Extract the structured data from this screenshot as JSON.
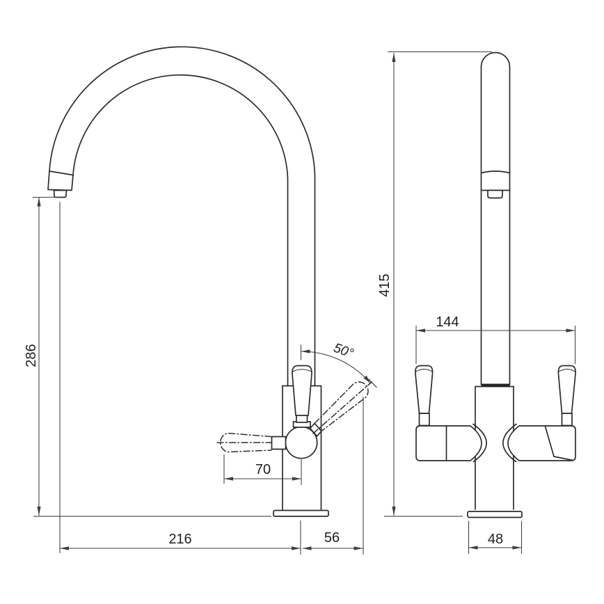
{
  "drawing": {
    "background_color": "#ffffff",
    "line_color": "#2b2b2b",
    "dimension_color": "#3d3d3d",
    "side_view": {
      "dimensions": {
        "spout_outlet_height": "286",
        "spout_reach": "216",
        "rear_offset": "56",
        "handle_length": "70",
        "handle_swing_angle": "50°"
      }
    },
    "front_view": {
      "dimensions": {
        "overall_height": "415",
        "handle_span": "144",
        "base_width": "48"
      }
    }
  }
}
